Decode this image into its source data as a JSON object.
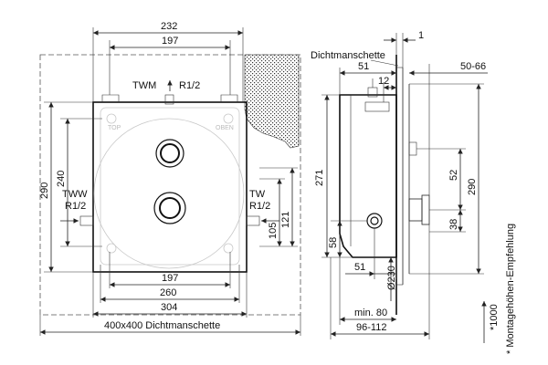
{
  "front": {
    "dim_232": "232",
    "dim_197_top": "197",
    "dim_290_left": "290",
    "dim_240": "240",
    "dim_197_bottom": "197",
    "dim_260": "260",
    "dim_304": "304",
    "dim_400": "400x400  Dichtmanschette",
    "dim_105": "105",
    "dim_121": "121",
    "twm_label": "TWM",
    "twm_thread": "R1/2",
    "tww_label": "TWW",
    "tww_thread": "R1/2",
    "tw_label": "TW",
    "tw_thread": "R1/2",
    "top_mark": "TOP",
    "oben_mark": "OBEN"
  },
  "side": {
    "dichtmanschette": "Dichtmanschette",
    "dim_1": "1",
    "dim_51_top": "51",
    "dim_12": "12",
    "dim_50_66": "50-66",
    "dim_271": "271",
    "dim_52": "52",
    "dim_38": "38",
    "dim_290_right": "290",
    "dim_58": "58",
    "dim_51_bottom": "51",
    "dim_230": "Ø230",
    "dim_min80": "min. 80",
    "dim_96_112": "96-112",
    "dim_1000": "*1000",
    "mounting_note": "* Montagehöhen-Empfehlung"
  }
}
